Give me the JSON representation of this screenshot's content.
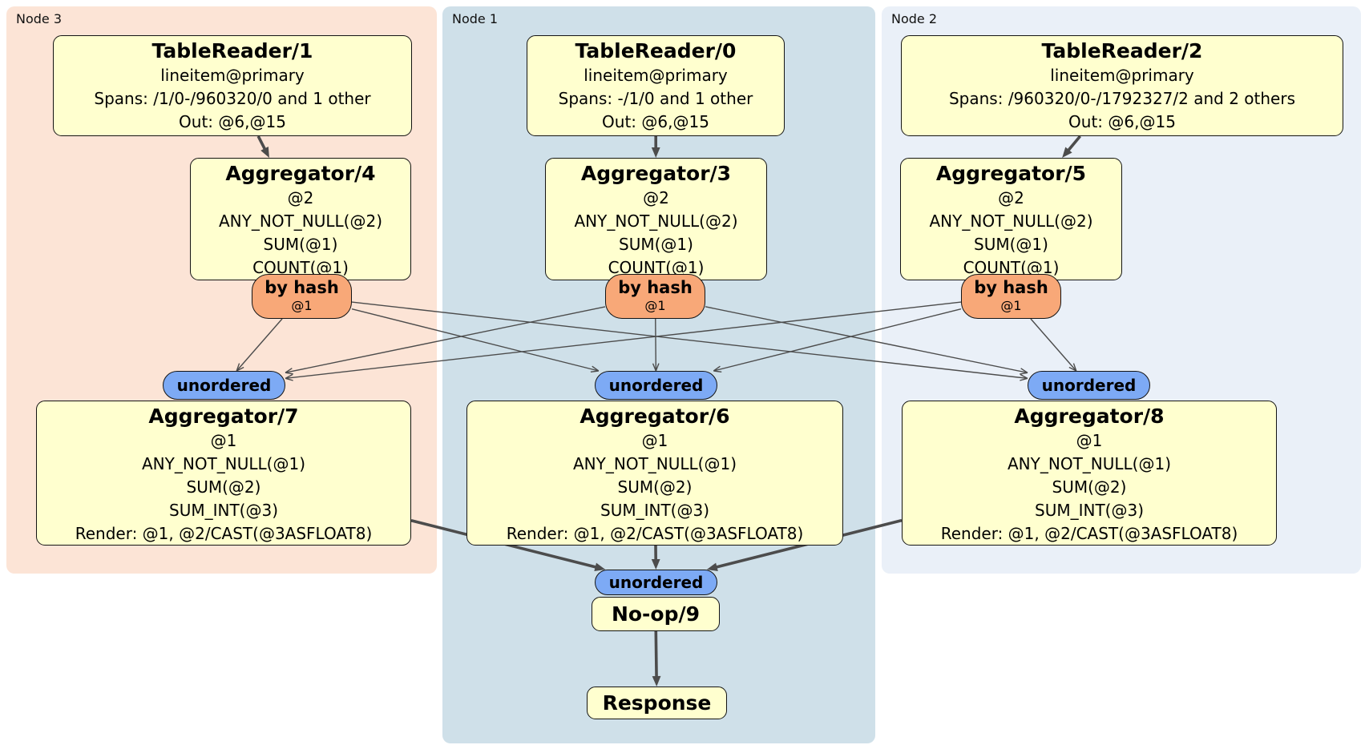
{
  "groups": [
    {
      "id": "node3",
      "label": "Node 3"
    },
    {
      "id": "node1",
      "label": "Node 1"
    },
    {
      "id": "node2",
      "label": "Node 2"
    }
  ],
  "boxes": [
    {
      "id": "tr1",
      "title": "TableReader/1",
      "lines": [
        "lineitem@primary",
        "Spans: /1/0-/960320/0 and 1 other",
        "Out: @6,@15"
      ]
    },
    {
      "id": "tr0",
      "title": "TableReader/0",
      "lines": [
        "lineitem@primary",
        "Spans: -/1/0 and 1 other",
        "Out: @6,@15"
      ]
    },
    {
      "id": "tr2",
      "title": "TableReader/2",
      "lines": [
        "lineitem@primary",
        "Spans: /960320/0-/1792327/2 and 2 others",
        "Out: @6,@15"
      ]
    },
    {
      "id": "agg4",
      "title": "Aggregator/4",
      "lines": [
        "@2",
        "ANY_NOT_NULL(@2)",
        "SUM(@1)",
        "COUNT(@1)"
      ]
    },
    {
      "id": "agg3",
      "title": "Aggregator/3",
      "lines": [
        "@2",
        "ANY_NOT_NULL(@2)",
        "SUM(@1)",
        "COUNT(@1)"
      ]
    },
    {
      "id": "agg5",
      "title": "Aggregator/5",
      "lines": [
        "@2",
        "ANY_NOT_NULL(@2)",
        "SUM(@1)",
        "COUNT(@1)"
      ]
    },
    {
      "id": "agg7",
      "title": "Aggregator/7",
      "lines": [
        "@1",
        "ANY_NOT_NULL(@1)",
        "SUM(@2)",
        "SUM_INT(@3)",
        "Render: @1, @2/CAST(@3ASFLOAT8)"
      ]
    },
    {
      "id": "agg6",
      "title": "Aggregator/6",
      "lines": [
        "@1",
        "ANY_NOT_NULL(@1)",
        "SUM(@2)",
        "SUM_INT(@3)",
        "Render: @1, @2/CAST(@3ASFLOAT8)"
      ]
    },
    {
      "id": "agg8",
      "title": "Aggregator/8",
      "lines": [
        "@1",
        "ANY_NOT_NULL(@1)",
        "SUM(@2)",
        "SUM_INT(@3)",
        "Render: @1, @2/CAST(@3ASFLOAT8)"
      ]
    },
    {
      "id": "noop",
      "title": "No-op/9",
      "lines": []
    },
    {
      "id": "resp",
      "title": "Response",
      "lines": []
    }
  ],
  "routers": [
    {
      "id": "bh3",
      "label": "by hash",
      "detail": "@1"
    },
    {
      "id": "bh1",
      "label": "by hash",
      "detail": "@1"
    },
    {
      "id": "bh2",
      "label": "by hash",
      "detail": "@1"
    }
  ],
  "syncs": [
    {
      "id": "u3",
      "label": "unordered"
    },
    {
      "id": "u1",
      "label": "unordered"
    },
    {
      "id": "u2",
      "label": "unordered"
    },
    {
      "id": "ufinal",
      "label": "unordered"
    }
  ],
  "edges": [
    {
      "from": "tr1",
      "to": "agg4",
      "style": "thick"
    },
    {
      "from": "tr0",
      "to": "agg3",
      "style": "thick"
    },
    {
      "from": "tr2",
      "to": "agg5",
      "style": "thick"
    },
    {
      "from": "bh3",
      "to": "u3",
      "style": "thin"
    },
    {
      "from": "bh3",
      "to": "u1",
      "style": "thin"
    },
    {
      "from": "bh3",
      "to": "u2",
      "style": "thin"
    },
    {
      "from": "bh1",
      "to": "u3",
      "style": "thin"
    },
    {
      "from": "bh1",
      "to": "u1",
      "style": "thin"
    },
    {
      "from": "bh1",
      "to": "u2",
      "style": "thin"
    },
    {
      "from": "bh2",
      "to": "u3",
      "style": "thin"
    },
    {
      "from": "bh2",
      "to": "u1",
      "style": "thin"
    },
    {
      "from": "bh2",
      "to": "u2",
      "style": "thin"
    },
    {
      "from": "agg7",
      "to": "ufinal",
      "style": "thick"
    },
    {
      "from": "agg6",
      "to": "ufinal",
      "style": "thick"
    },
    {
      "from": "agg8",
      "to": "ufinal",
      "style": "thick"
    },
    {
      "from": "noop",
      "to": "resp",
      "style": "thick"
    }
  ],
  "colors": {
    "page_bg": "#ffffff",
    "node3_bg": "#fce4d6",
    "node1_bg": "#cfe0e9",
    "node2_bg": "#eaf0f8",
    "box_bg": "#ffffcf",
    "box_border": "#141414",
    "router_bg": "#f8a878",
    "sync_bg": "#7daaf5",
    "edge": "#4c4c4c"
  }
}
